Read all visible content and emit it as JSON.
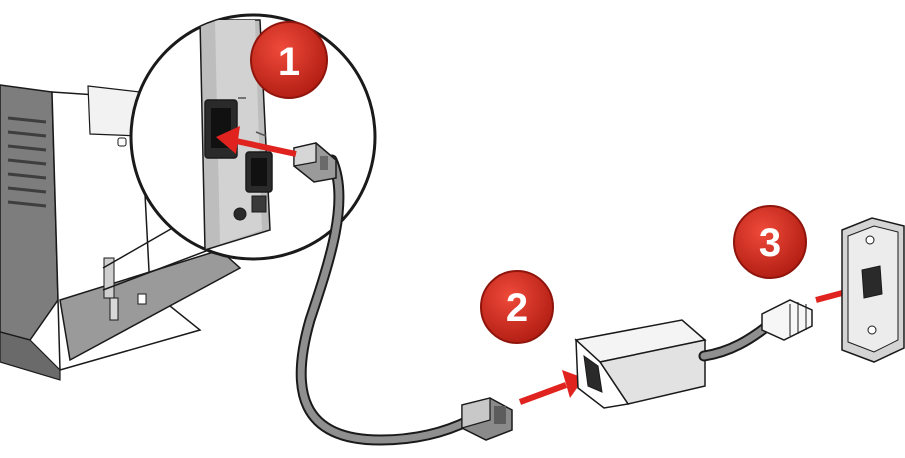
{
  "steps": [
    {
      "number": "1"
    },
    {
      "number": "2"
    },
    {
      "number": "3"
    }
  ],
  "colors": {
    "badge": "#d7261c",
    "badge_dark": "#a3180f",
    "arrow": "#e0231f",
    "printer_gray": "#8b8b8b",
    "printer_dark": "#5e5e5e",
    "cable": "#8a8a8a",
    "outline": "#1a1a1a"
  }
}
